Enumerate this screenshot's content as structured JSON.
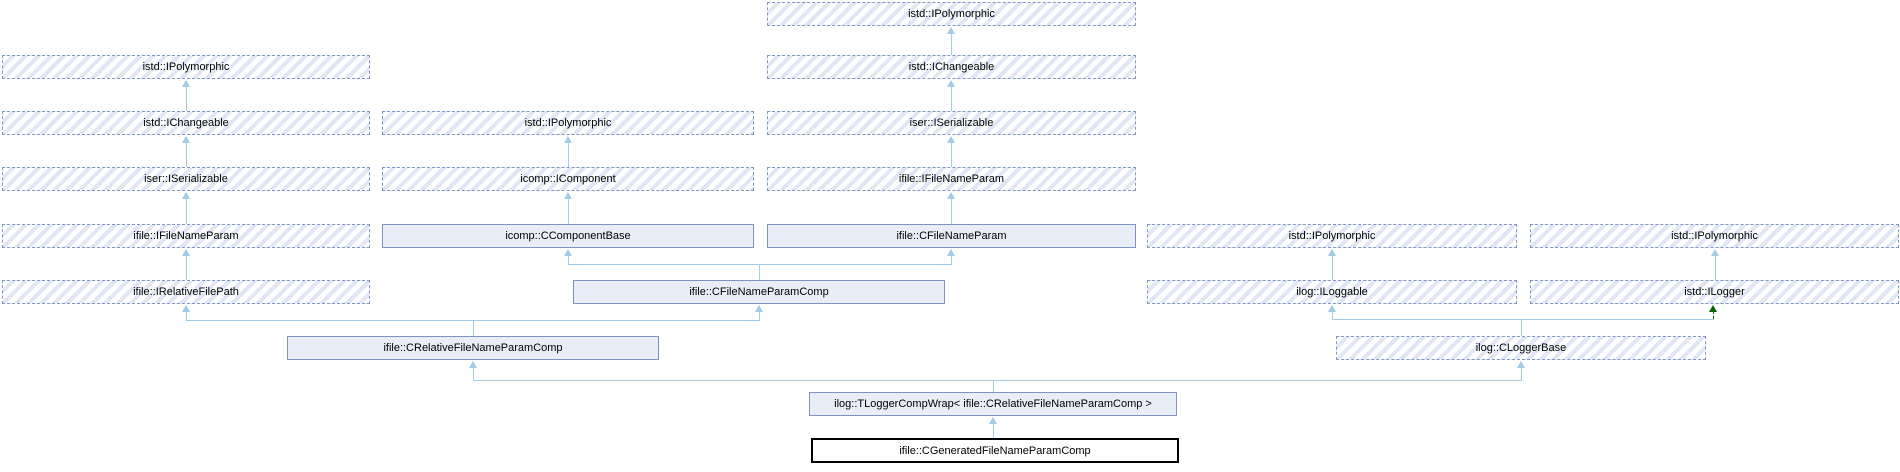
{
  "diagram": {
    "type": "class-inheritance-graph",
    "current_class": "ifile::CGeneratedFileNameParamComp",
    "colors": {
      "edge_public": "#a4cbe6",
      "edge_protected": "#006400",
      "solid_node_fill": "#e9edf7",
      "solid_node_border": "#8093bf",
      "hatched_node_border": "#8296c2",
      "hatched_node_stripe": "#e0e6f3",
      "current_node_border": "#000000",
      "background": "#ffffff"
    },
    "nodes": [
      {
        "label": "istd::IPolymorphic",
        "style": "hatched"
      },
      {
        "label": "istd::IPolymorphic",
        "style": "hatched"
      },
      {
        "label": "istd::IChangeable",
        "style": "hatched"
      },
      {
        "label": "istd::IChangeable",
        "style": "hatched"
      },
      {
        "label": "istd::IPolymorphic",
        "style": "hatched"
      },
      {
        "label": "iser::ISerializable",
        "style": "hatched"
      },
      {
        "label": "iser::ISerializable",
        "style": "hatched"
      },
      {
        "label": "icomp::IComponent",
        "style": "hatched"
      },
      {
        "label": "ifile::IFileNameParam",
        "style": "hatched"
      },
      {
        "label": "ifile::IFileNameParam",
        "style": "hatched"
      },
      {
        "label": "icomp::CComponentBase",
        "style": "solid"
      },
      {
        "label": "ifile::CFileNameParam",
        "style": "solid"
      },
      {
        "label": "istd::IPolymorphic",
        "style": "hatched"
      },
      {
        "label": "istd::IPolymorphic",
        "style": "hatched"
      },
      {
        "label": "ifile::IRelativeFilePath",
        "style": "hatched"
      },
      {
        "label": "ifile::CFileNameParamComp",
        "style": "solid"
      },
      {
        "label": "ilog::ILoggable",
        "style": "hatched"
      },
      {
        "label": "istd::ILogger",
        "style": "hatched"
      },
      {
        "label": "ifile::CRelativeFileNameParamComp",
        "style": "solid"
      },
      {
        "label": "ilog::CLoggerBase",
        "style": "hatched"
      },
      {
        "label": "ilog::TLoggerCompWrap< ifile::CRelativeFileNameParamComp >",
        "style": "solid"
      },
      {
        "label": "ifile::CGeneratedFileNameParamComp",
        "style": "current"
      }
    ],
    "edges": [
      {
        "child": 2,
        "parent": 0,
        "type": "public"
      },
      {
        "child": 5,
        "parent": 2,
        "type": "public"
      },
      {
        "child": 8,
        "parent": 5,
        "type": "public"
      },
      {
        "child": 11,
        "parent": 8,
        "type": "public"
      },
      {
        "child": 3,
        "parent": 1,
        "type": "public"
      },
      {
        "child": 6,
        "parent": 3,
        "type": "public"
      },
      {
        "child": 9,
        "parent": 6,
        "type": "public"
      },
      {
        "child": 14,
        "parent": 9,
        "type": "public"
      },
      {
        "child": 7,
        "parent": 4,
        "type": "public"
      },
      {
        "child": 10,
        "parent": 7,
        "type": "public"
      },
      {
        "child": 16,
        "parent": 12,
        "type": "public"
      },
      {
        "child": 17,
        "parent": 13,
        "type": "public"
      },
      {
        "child": 15,
        "parent": 10,
        "type": "public"
      },
      {
        "child": 15,
        "parent": 11,
        "type": "public"
      },
      {
        "child": 18,
        "parent": 14,
        "type": "public"
      },
      {
        "child": 18,
        "parent": 15,
        "type": "public"
      },
      {
        "child": 19,
        "parent": 16,
        "type": "public"
      },
      {
        "child": 19,
        "parent": 17,
        "type": "protected"
      },
      {
        "child": 20,
        "parent": 18,
        "type": "public"
      },
      {
        "child": 20,
        "parent": 19,
        "type": "public"
      },
      {
        "child": 21,
        "parent": 20,
        "type": "public"
      }
    ]
  }
}
